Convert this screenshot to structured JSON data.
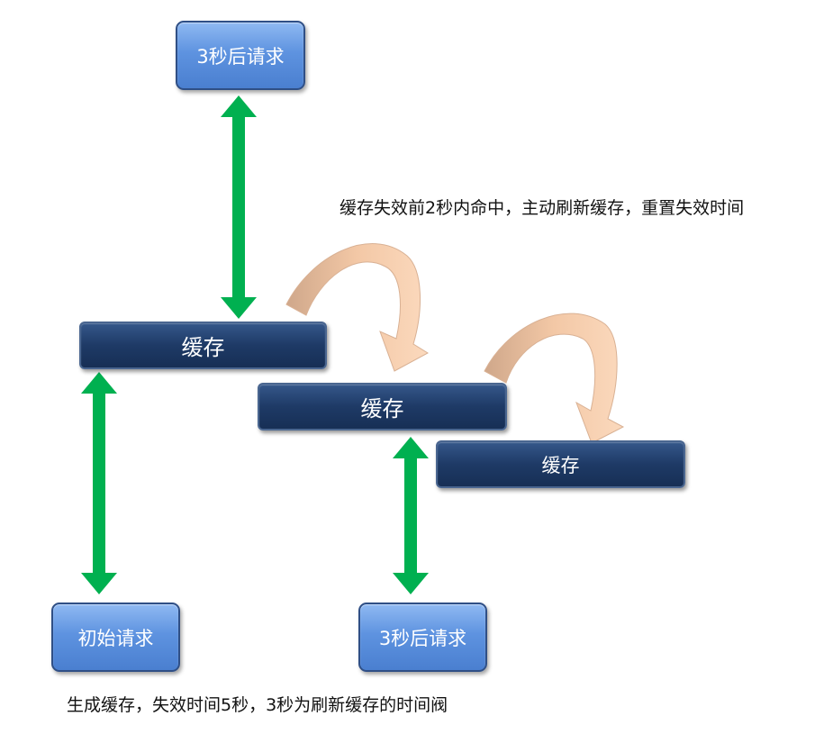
{
  "nodes": {
    "request_top": "3秒后请求",
    "request_initial": "初始请求",
    "request_bottom": "3秒后请求",
    "cache_1": "缓存",
    "cache_2": "缓存",
    "cache_3": "缓存"
  },
  "annotations": {
    "refresh_note": "缓存失效前2秒内命中，主动刷新缓存，重置失效时间",
    "initial_note": "生成缓存，失效时间5秒，3秒为刷新缓存的时间阀"
  },
  "colors": {
    "request_box": "#5e93e0",
    "cache_box": "#1e3a66",
    "arrow_green": "#00b050",
    "arrow_curve": "#f5c6a0"
  }
}
